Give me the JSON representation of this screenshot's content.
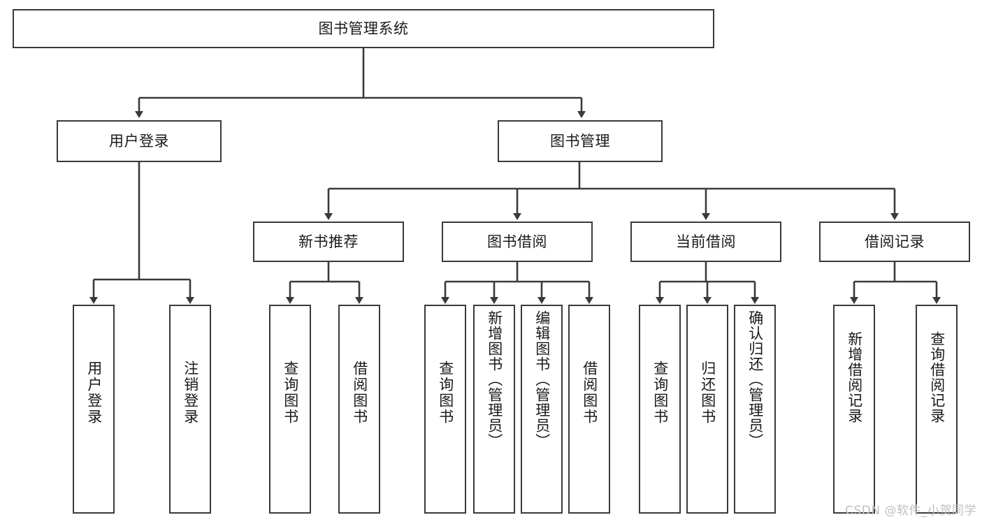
{
  "diagram": {
    "title": "图书管理系统",
    "type": "tree",
    "root": {
      "id": "root",
      "label": "图书管理系统"
    },
    "level2": [
      {
        "id": "user-login",
        "label": "用户登录"
      },
      {
        "id": "book-manage",
        "label": "图书管理"
      }
    ],
    "level3": [
      {
        "id": "new-book-recommend",
        "label": "新书推荐",
        "parent": "book-manage"
      },
      {
        "id": "book-borrow",
        "label": "图书借阅",
        "parent": "book-manage"
      },
      {
        "id": "current-borrow",
        "label": "当前借阅",
        "parent": "book-manage"
      },
      {
        "id": "borrow-record",
        "label": "借阅记录",
        "parent": "book-manage"
      }
    ],
    "leaves": [
      {
        "id": "leaf-user-login",
        "label": "用户登录",
        "parent": "user-login"
      },
      {
        "id": "leaf-user-logout",
        "label": "注销登录",
        "parent": "user-login"
      },
      {
        "id": "leaf-query-book-1",
        "label": "查询图书",
        "parent": "new-book-recommend"
      },
      {
        "id": "leaf-borrow-book-1",
        "label": "借阅图书",
        "parent": "new-book-recommend"
      },
      {
        "id": "leaf-query-book-2",
        "label": "查询图书",
        "parent": "book-borrow"
      },
      {
        "id": "leaf-add-book",
        "label": "新增图书（管理员）",
        "parent": "book-borrow"
      },
      {
        "id": "leaf-edit-book",
        "label": "编辑图书（管理员）",
        "parent": "book-borrow"
      },
      {
        "id": "leaf-borrow-book-2",
        "label": "借阅图书",
        "parent": "book-borrow"
      },
      {
        "id": "leaf-query-book-3",
        "label": "查询图书",
        "parent": "current-borrow"
      },
      {
        "id": "leaf-return-book",
        "label": "归还图书",
        "parent": "current-borrow"
      },
      {
        "id": "leaf-confirm-return",
        "label": "确认归还（管理员）",
        "parent": "current-borrow"
      },
      {
        "id": "leaf-add-record",
        "label": "新增借阅记录",
        "parent": "borrow-record"
      },
      {
        "id": "leaf-query-record",
        "label": "查询借阅记录",
        "parent": "borrow-record"
      }
    ],
    "colors": {
      "stroke": "#3a3a3a",
      "fill": "#ffffff",
      "text": "#1a1a1a",
      "watermark": "#bfbfbf"
    }
  },
  "watermark": {
    "text": "CSDN @软件_小贺同学"
  }
}
